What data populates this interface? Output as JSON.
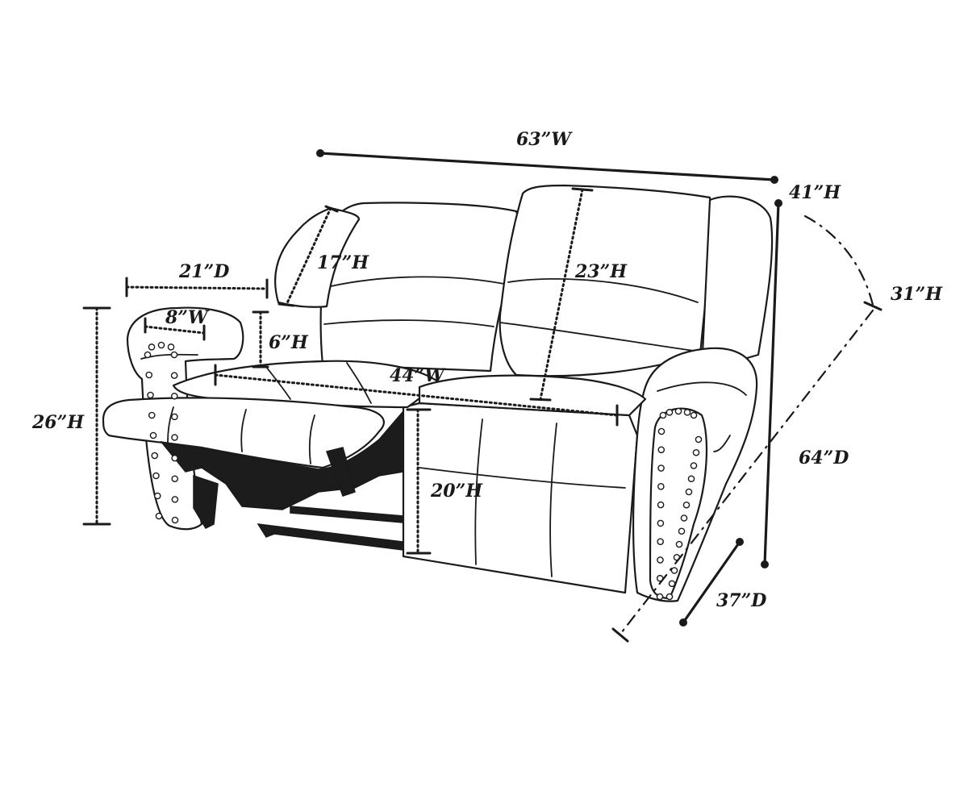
{
  "diagram": {
    "subject": "loveseat-recliner",
    "line_color": "#1a1a1a",
    "background": "#ffffff",
    "dimensions": {
      "overall_width": "63”W",
      "overall_height": "41”H",
      "back_height": "31”H",
      "reclined_depth": "64”D",
      "depth": "37”D",
      "seat_width": "44”W",
      "back_cushion_height": "23”H",
      "headrest_height": "17”H",
      "footrest_depth": "21”D",
      "arm_width": "8”W",
      "arm_height_above_seat": "6”H",
      "arm_height": "26”H",
      "seat_height": "20”H"
    }
  }
}
